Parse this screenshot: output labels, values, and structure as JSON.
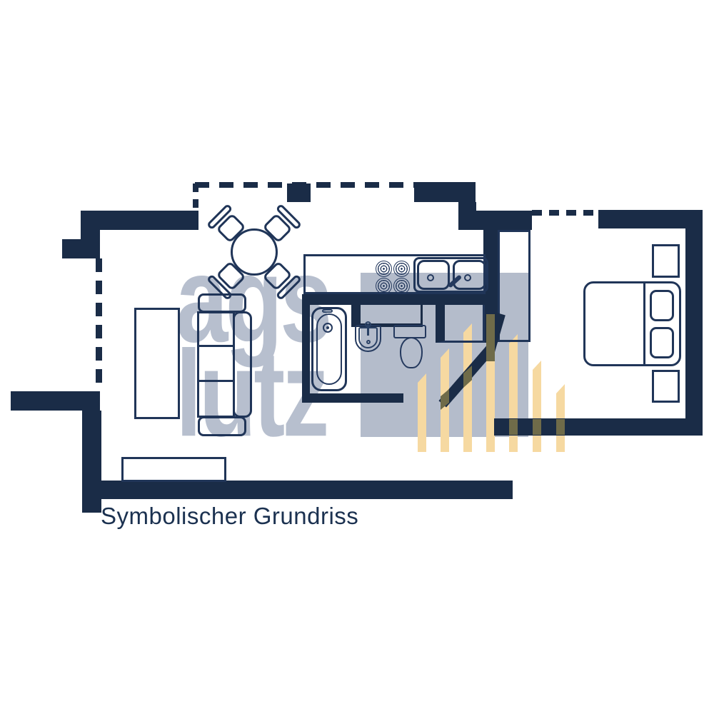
{
  "caption": {
    "text": "Symbolischer Grundriss",
    "color": "#1b3150"
  },
  "watermark": {
    "line1": "ags",
    "line2": "lutz",
    "text_color": "#b7bfce",
    "square_color": "#b4bccb",
    "bar_color": "#f6d9a1",
    "bar_overlap_color": "#6f6b49",
    "diagonal_color": "#1a2c47"
  },
  "palette": {
    "wall": "#1a2c47",
    "furniture_outline": "#203558",
    "background": "#ffffff"
  },
  "floorplan": {
    "type": "symbolic-floor-plan",
    "rooms": [
      "living-dining-area",
      "kitchen",
      "bathroom",
      "bedroom",
      "hallway"
    ],
    "furniture": [
      "dining-table-round",
      "dining-chair x4",
      "sofa",
      "lowboard",
      "sideboard",
      "kitchen-counter",
      "cooktop-4-burners",
      "double-sink",
      "bathtub",
      "washbasin",
      "toilet",
      "washer-niche",
      "duct-shaft",
      "wardrobe",
      "double-bed",
      "pillow x2",
      "nightstand x2"
    ],
    "window_walls": [
      "top-left-dashed",
      "left-dashed",
      "bedroom-top-dashed"
    ]
  }
}
